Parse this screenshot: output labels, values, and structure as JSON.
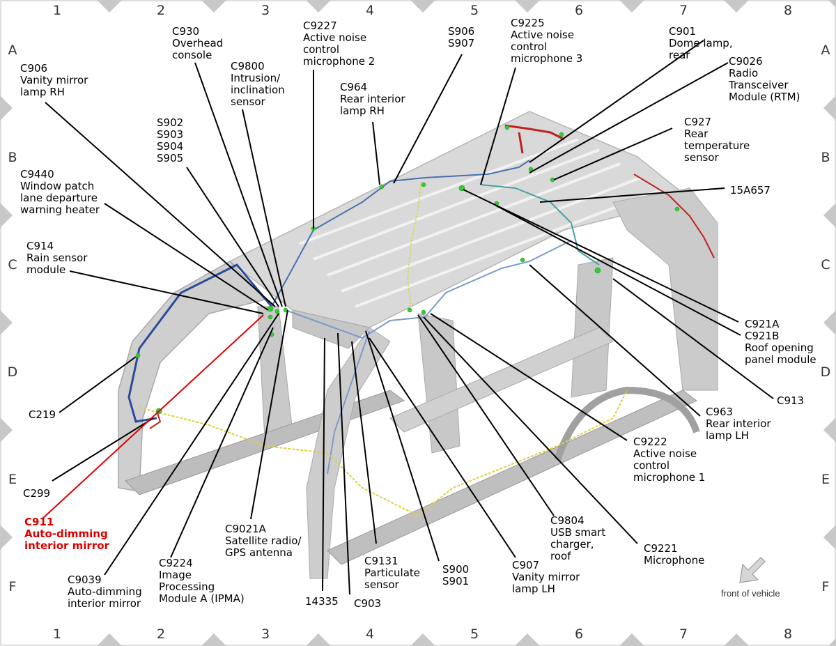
{
  "grid": {
    "columns": [
      "1",
      "2",
      "3",
      "4",
      "5",
      "6",
      "7",
      "8"
    ],
    "rows": [
      "A",
      "B",
      "C",
      "D",
      "E",
      "F"
    ]
  },
  "labels": {
    "c930": [
      "C930",
      "Overhead",
      "console"
    ],
    "c9800": [
      "C9800",
      "Intrusion/",
      "inclination",
      "sensor"
    ],
    "c9227": [
      "C9227",
      "Active noise",
      "control",
      "microphone 2"
    ],
    "c964": [
      "C964",
      "Rear interior",
      "lamp RH"
    ],
    "s906": [
      "S906",
      "S907"
    ],
    "c9225": [
      "C9225",
      "Active noise",
      "control",
      "microphone 3"
    ],
    "c901": [
      "C901",
      "Dome lamp,",
      "rear"
    ],
    "c9026": [
      "C9026",
      "Radio",
      "Transceiver",
      "Module (RTM)"
    ],
    "c927": [
      "C927",
      "Rear",
      "temperature",
      "sensor"
    ],
    "l15a657": [
      "15A657"
    ],
    "c906": [
      "C906",
      "Vanity mirror",
      "lamp RH"
    ],
    "s902": [
      "S902",
      "S903",
      "S904",
      "S905"
    ],
    "c9440": [
      "C9440",
      "Window patch",
      "lane departure",
      "warning heater"
    ],
    "c914": [
      "C914",
      "Rain sensor",
      "module"
    ],
    "c219": [
      "C219"
    ],
    "c299": [
      "C299"
    ],
    "c911": [
      "C911",
      "Auto-dimming",
      "interior mirror"
    ],
    "c9039": [
      "C9039",
      "Auto-dimming",
      "interior mirror"
    ],
    "c9224": [
      "C9224",
      "Image",
      "Processing",
      "Module A (IPMA)"
    ],
    "c9021a": [
      "C9021A",
      "Satellite radio/",
      "GPS antenna"
    ],
    "l14335": [
      "14335"
    ],
    "c903": [
      "C903"
    ],
    "c9131": [
      "C9131",
      "Particulate",
      "sensor"
    ],
    "s900": [
      "S900",
      "S901"
    ],
    "c907": [
      "C907",
      "Vanity mirror",
      "lamp LH"
    ],
    "c9804": [
      "C9804",
      "USB smart",
      "charger,",
      "roof"
    ],
    "c9221": [
      "C9221",
      "Microphone"
    ],
    "c9222": [
      "C9222",
      "Active noise",
      "control",
      "microphone 1"
    ],
    "c963": [
      "C963",
      "Rear interior",
      "lamp LH"
    ],
    "c913": [
      "C913"
    ],
    "c921": [
      "C921A",
      "C921B",
      "Roof opening",
      "panel module"
    ]
  },
  "compass": {
    "text": "front of vehicle"
  },
  "colors": {
    "highlight": "#e00000",
    "harness_blue": "#4a6fb0",
    "harness_yellow": "#e0d040",
    "harness_red": "#c02020",
    "connector": "#33cc33"
  }
}
